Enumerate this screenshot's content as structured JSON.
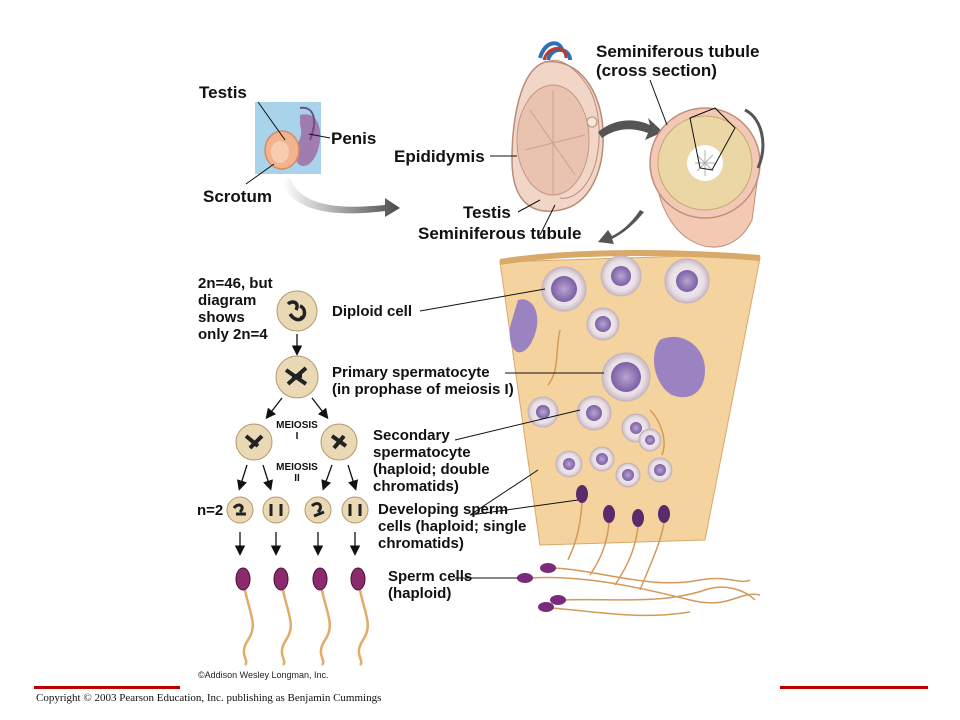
{
  "labels": {
    "testis_top": "Testis",
    "penis": "Penis",
    "scrotum": "Scrotum",
    "epididymis": "Epididymis",
    "testis_mid": "Testis",
    "seminiferous_tubule": "Seminiferous tubule",
    "seminiferous_cross_1": "Seminiferous tubule",
    "seminiferous_cross_2": "(cross section)",
    "two_n_1": "2n=46, but",
    "two_n_2": "diagram",
    "two_n_3": "shows",
    "two_n_4": "only 2n=4",
    "diploid_cell": "Diploid cell",
    "primary_1": "Primary spermatocyte",
    "primary_2": "(in prophase of meiosis I)",
    "meiosis1_a": "MEIOSIS",
    "meiosis1_b": "I",
    "meiosis2_a": "MEIOSIS",
    "meiosis2_b": "II",
    "secondary_1": "Secondary",
    "secondary_2": "spermatocyte",
    "secondary_3": "(haploid; double",
    "secondary_4": "chromatids)",
    "n2": "n=2",
    "developing_1": "Developing sperm",
    "developing_2": "cells (haploid; single",
    "developing_3": "chromatids)",
    "sperm_1": "Sperm cells",
    "sperm_2": "(haploid)"
  },
  "credit": "©Addison Wesley Longman, Inc.",
  "footer": {
    "copyright": "Copyright © 2003 Pearson Education, Inc. publishing as Benjamin Cummings",
    "accent_color": "#c00000"
  },
  "icons": [
    "testis-anatomy-icon",
    "testis-section-icon",
    "tubule-cross-section-icon",
    "tubule-wall-icon",
    "cell-icon",
    "sperm-icon",
    "arrow-icon"
  ]
}
